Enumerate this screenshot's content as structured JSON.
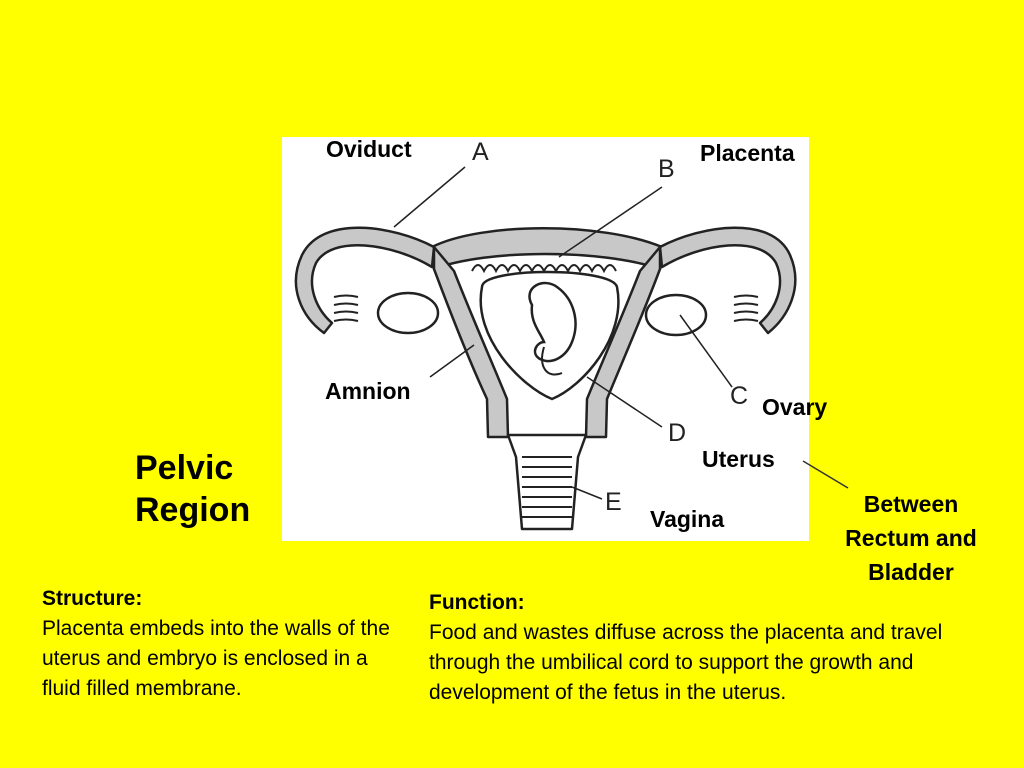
{
  "labels": {
    "oviduct": "Oviduct",
    "placenta": "Placenta",
    "amnion": "Amnion",
    "ovary": "Ovary",
    "uterus": "Uterus",
    "vagina": "Vagina"
  },
  "letters": {
    "a": "A",
    "b": "B",
    "c": "C",
    "d": "D",
    "e": "E"
  },
  "title_line1": "Pelvic",
  "title_line2": "Region",
  "location_note": {
    "line1": "Between",
    "line2": "Rectum and",
    "line3": "Bladder"
  },
  "structure": {
    "heading": "Structure:",
    "text": "Placenta embeds into the walls of the uterus and embryo is enclosed in a fluid filled membrane."
  },
  "function": {
    "heading": "Function:",
    "text": "Food and wastes diffuse across the placenta and travel through the umbilical cord to support the growth and development of the fetus in the uterus."
  },
  "colors": {
    "background": "#ffff00",
    "tissue": "#c8c8c8",
    "outline": "#222222",
    "figure_bg": "#ffffff"
  }
}
